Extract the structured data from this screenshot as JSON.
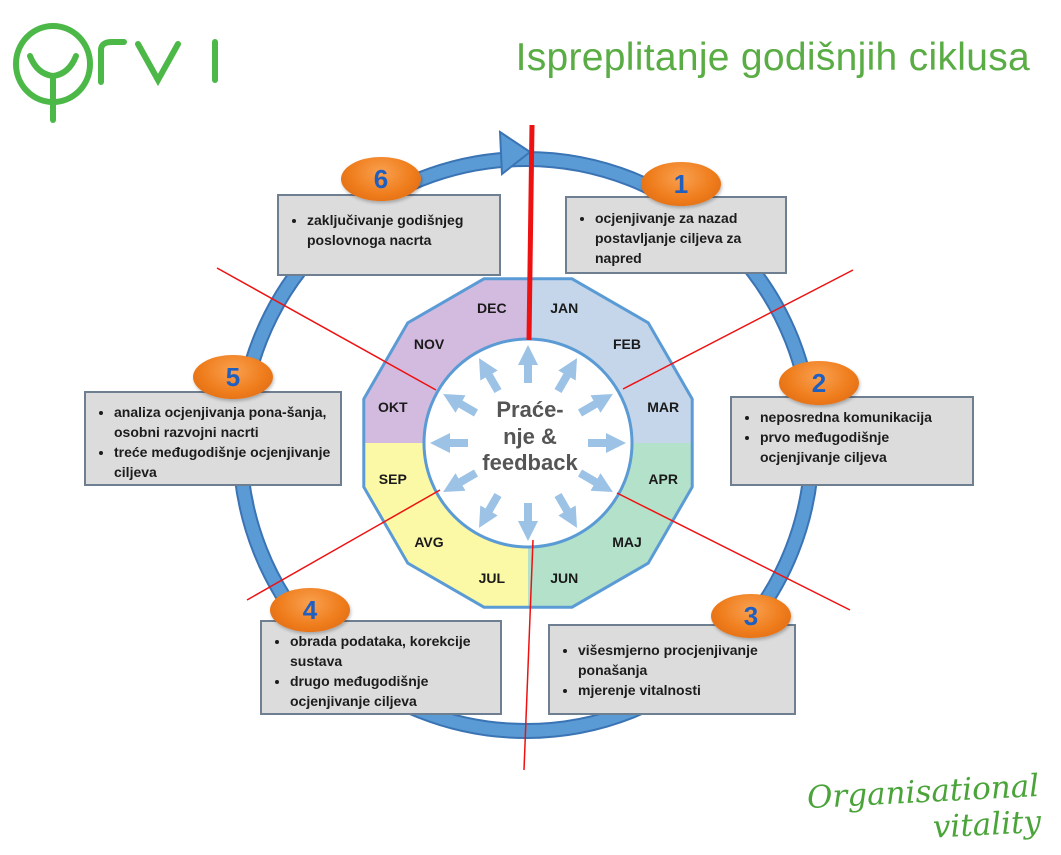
{
  "header": {
    "title": "Ispreplitanje godišnjih ciklusa"
  },
  "footer": {
    "tagline": "Organisational vitality"
  },
  "center": {
    "line1": "Praće-",
    "line2": "nje &",
    "line3": "feedback"
  },
  "months": [
    "JAN",
    "FEB",
    "MAR",
    "APR",
    "MAJ",
    "JUN",
    "JUL",
    "AVG",
    "SEP",
    "OKT",
    "NOV",
    "DEC"
  ],
  "colors": {
    "title": "#5aac44",
    "ring": "#5b9bd5",
    "quarter1": "#c6d6ea",
    "quarter2": "#b4e1c9",
    "quarter3": "#fbf8a6",
    "quarter4": "#d3bbe0",
    "divider": "#ee1111",
    "badge": "#ef7d1c",
    "badge_text": "#1f5fbf"
  },
  "steps": [
    {
      "num": "1",
      "items": [
        "ocjenjivanje  za nazad postavljanje  ciljeva  za napred"
      ]
    },
    {
      "num": "2",
      "items": [
        "neposredna komunikacija",
        "prvo  međugodišnje ocjenjivanje  ciljeva"
      ]
    },
    {
      "num": "3",
      "items": [
        "višesmjerno procjenjivanje ponašanja",
        "mjerenje vitalnosti"
      ]
    },
    {
      "num": "4",
      "items": [
        "obrada podataka, korekcije sustava",
        "drugo  međugodišnje ocjenjivanje  ciljeva"
      ]
    },
    {
      "num": "5",
      "items": [
        "analiza  ocjenjivanja  pona-šanja,  osobni  razvojni  nacrti",
        "treće  međugodišnje ocjenjivanje  ciljeva"
      ]
    },
    {
      "num": "6",
      "items": [
        "zaključivanje  godišnjeg poslovnoga  nacrta"
      ]
    }
  ]
}
